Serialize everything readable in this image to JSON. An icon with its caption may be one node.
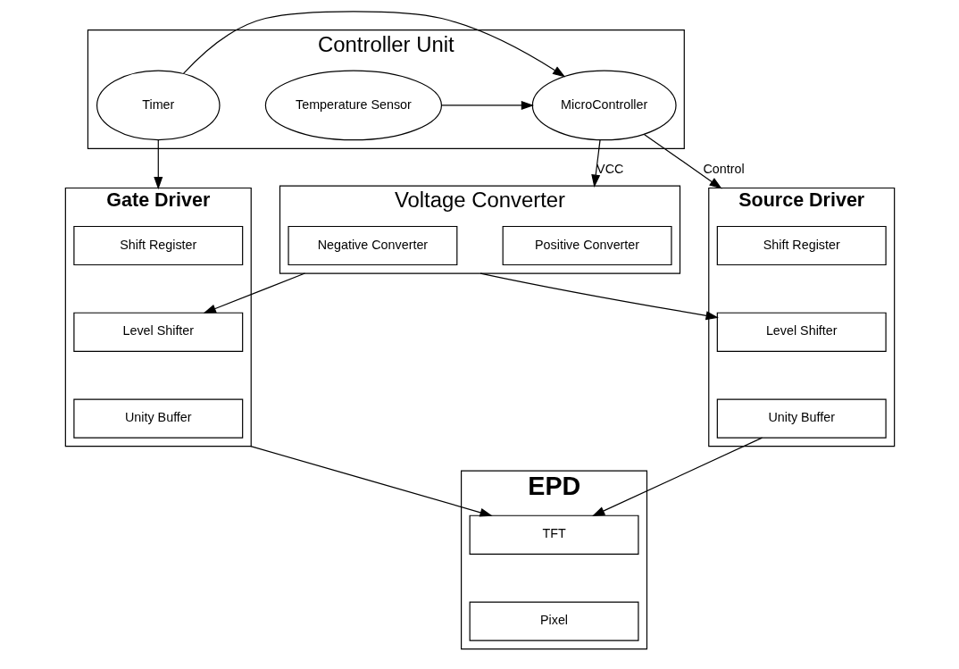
{
  "diagram": {
    "nodes": [
      {
        "text": [
          "Controller Unit"
        ]
      },
      {
        "text": [
          "Timer"
        ],
        "in": 0
      },
      {
        "text": [
          "MicroController"
        ],
        "in": 0
      },
      {
        "text": [
          "Temperature Sensor"
        ],
        "in": 0
      },
      {
        "text": [
          "Voltage Converter"
        ]
      },
      {
        "text": [
          "Positive Converter"
        ],
        "in": 4
      },
      {
        "text": [
          "Negative Converter"
        ],
        "in": 4
      },
      {
        "text": [
          "Source Driver"
        ]
      },
      {
        "text": [
          "Shift Register"
        ],
        "in": 7
      },
      {
        "text": [
          "Level Shifter"
        ],
        "in": 7
      },
      {
        "text": [
          "Unity Buffer"
        ],
        "in": 7
      },
      {
        "text": [
          "Gate Driver"
        ]
      },
      {
        "text": [
          "Shift Register"
        ],
        "in": 11
      },
      {
        "text": [
          "Level Shifter"
        ],
        "in": 11
      },
      {
        "text": [
          "Unity Buffer"
        ],
        "in": 11
      },
      {
        "text": [
          "EPD"
        ]
      },
      {
        "text": [
          "TFT"
        ],
        "in": 15
      },
      {
        "text": [
          "Pixel"
        ],
        "in": 15
      }
    ],
    "edges": [
      {
        "from": 1,
        "to": 2,
        "arrow": "to"
      },
      {
        "from": 3,
        "to": 2,
        "arrow": "to"
      },
      {
        "from": 2,
        "to": 4,
        "arrow": "to",
        "label": "VCC"
      },
      {
        "from": 2,
        "to": 7,
        "arrow": "to",
        "label": "Control"
      },
      {
        "from": 4,
        "to": 9,
        "arrow": "to"
      },
      {
        "from": 1,
        "to": 11,
        "arrow": "to"
      },
      {
        "from": 4,
        "to": 13,
        "arrow": "to"
      },
      {
        "from": 11,
        "to": 16,
        "arrow": "to"
      },
      {
        "from": 10,
        "to": 16,
        "arrow": "to"
      }
    ]
  }
}
